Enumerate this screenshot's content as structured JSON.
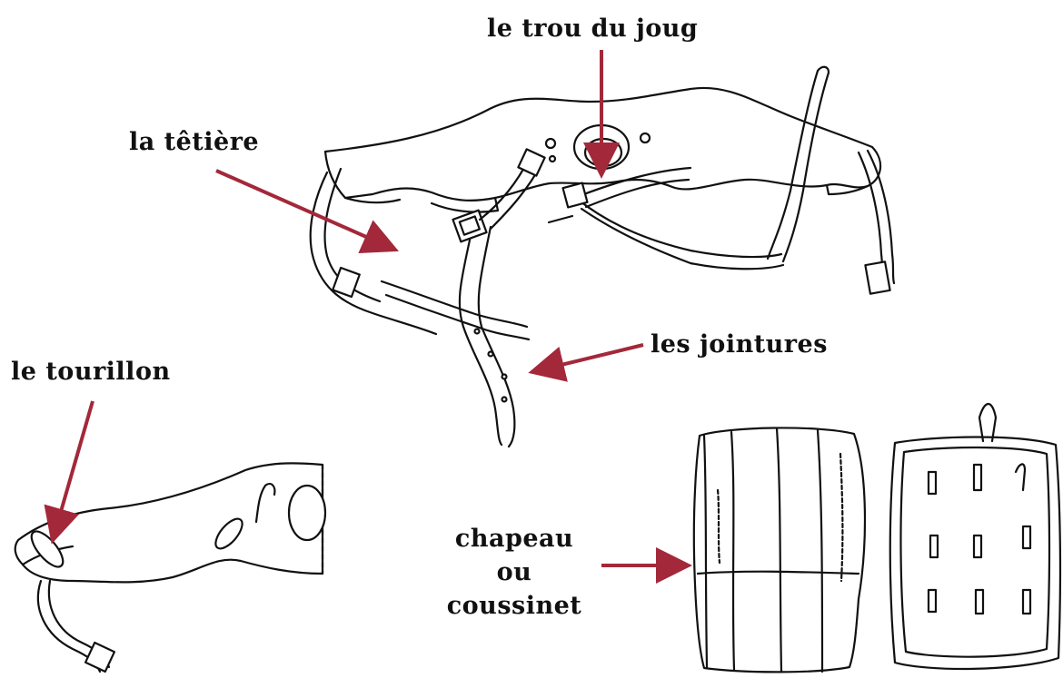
{
  "labels": {
    "yoke_hole": "le trou du joug",
    "headpiece": "la têtière",
    "joints": "les jointures",
    "pivot": "le tourillon",
    "pad_line1": "chapeau",
    "pad_line2": "ou",
    "pad_line3": "coussinet"
  },
  "colors": {
    "arrow": "#a3283a",
    "ink": "#111111",
    "background": "#ffffff"
  }
}
